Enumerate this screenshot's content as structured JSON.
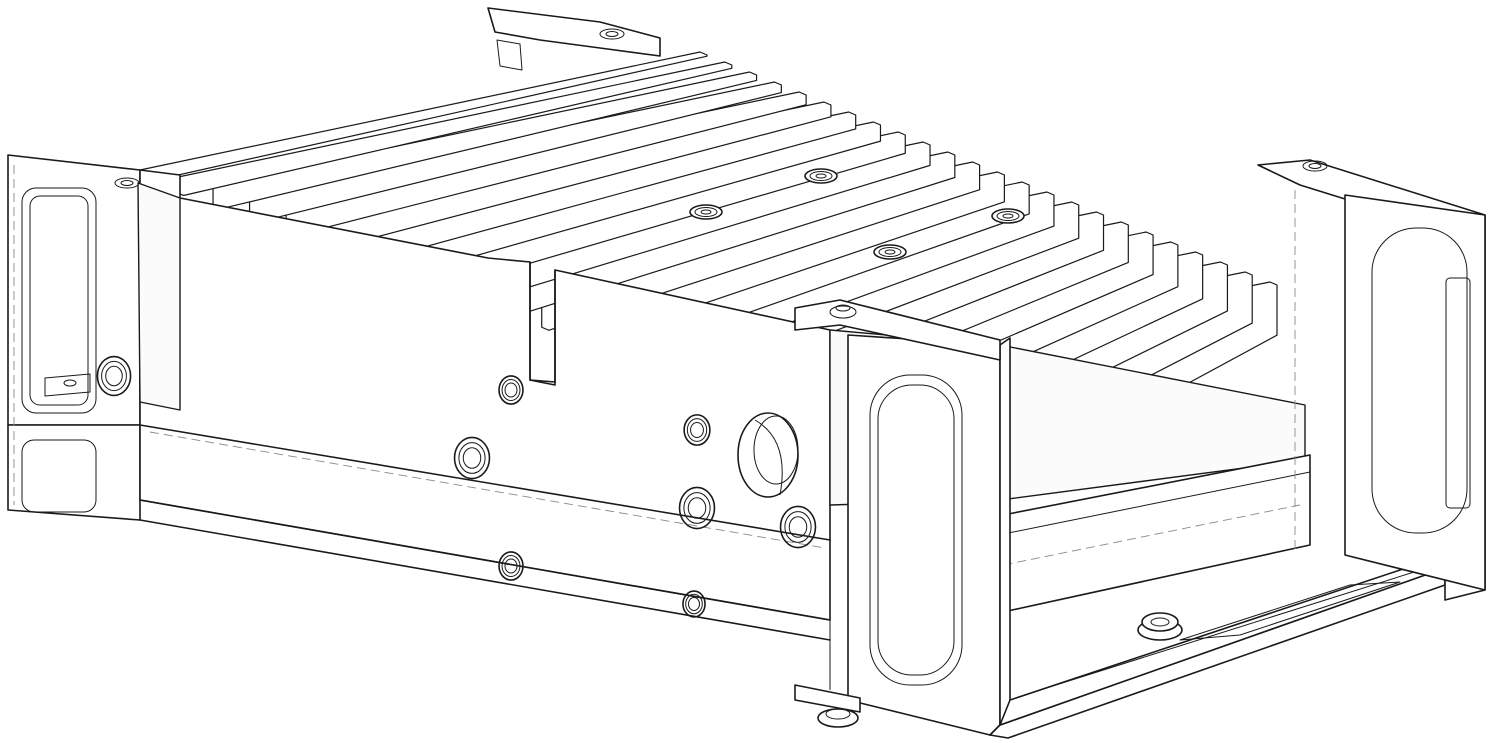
{
  "figure": {
    "kind": "technical-line-drawing",
    "subject": "finned-heatsink-enclosure-with-mounting-bracket",
    "line_color": "#1a1a1a",
    "hidden_line_color": "#8a8a8a",
    "background": "#ffffff",
    "fin_count": 24
  }
}
